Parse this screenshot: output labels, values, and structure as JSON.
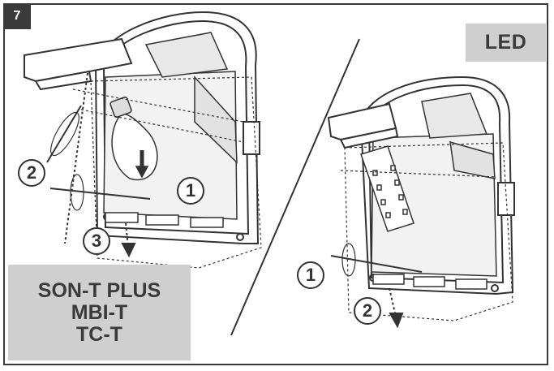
{
  "step": {
    "number": "7"
  },
  "led_panel": {
    "label": "LED"
  },
  "lamp_types": {
    "lines": [
      "SON-T PLUS",
      "MBI-T",
      "TC-T"
    ]
  },
  "left_steps": {
    "one": "1",
    "two": "2",
    "three": "3"
  },
  "right_steps": {
    "one": "1",
    "two": "2"
  },
  "colors": {
    "frame": "#3a3a3a",
    "label_bg": "#cfcfcf",
    "line": "#333333",
    "shade": "#ececec"
  }
}
